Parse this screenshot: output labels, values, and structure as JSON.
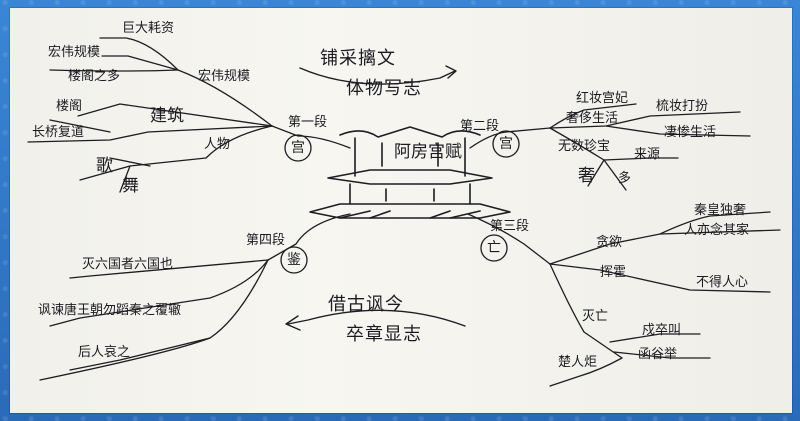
{
  "center": {
    "title": "阿房宫赋"
  },
  "banners": {
    "top_line1": "铺采摛文",
    "top_line2": "体物写志",
    "bottom_line1": "借古讽今",
    "bottom_line2": "卒章显志"
  },
  "section1": {
    "label": "第一段",
    "circle": "宫",
    "branches": {
      "b1": "宏伟规模",
      "b1a": "巨大耗资",
      "b1b": "宏伟规模",
      "b1c": "楼阁之多",
      "b2": "建筑",
      "b2a": "楼阁",
      "b2b": "长桥复道",
      "b3": "人物",
      "b3a": "歌",
      "b3b": "舞"
    }
  },
  "section2": {
    "label": "第二段",
    "circle": "宫",
    "branches": {
      "a": "红妆宫妃",
      "a1": "奢侈生活",
      "a2": "梳妆打扮",
      "a3": "凄惨生活",
      "b": "无数珍宝",
      "b1": "来源",
      "b2": "奢",
      "b3": "多"
    }
  },
  "section3": {
    "label": "第三段",
    "circle": "亡",
    "branches": {
      "a": "贪欲",
      "a1": "秦皇独奢",
      "a2": "人亦念其家",
      "b": "挥霍",
      "b1": "不得人心",
      "c": "灭亡",
      "c1": "戍卒叫",
      "c2": "函谷举",
      "c3": "楚人炬"
    }
  },
  "section4": {
    "label": "第四段",
    "circle": "鉴",
    "branches": {
      "a": "灭六国者六国也",
      "b": "讽谏唐王朝勿蹈秦之覆辙",
      "c": "后人哀之"
    }
  }
}
